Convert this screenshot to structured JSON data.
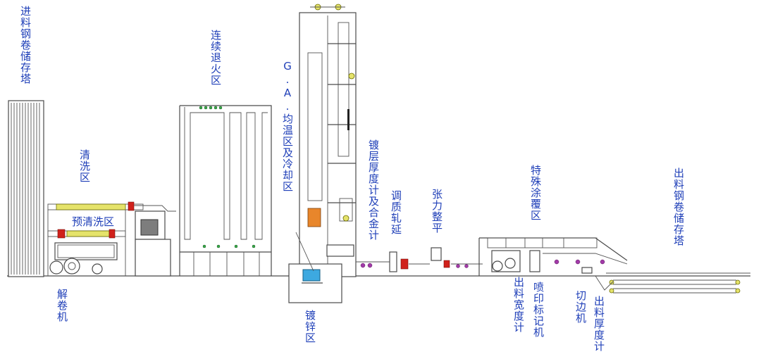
{
  "labels": {
    "entry_accumulator": "进料钢卷储存塔",
    "cleaning": "清洗区",
    "pre_cleaning": "预清洗区",
    "uncoiler": "解卷机",
    "annealing": "连续退火区",
    "ga_zone": "G.A.均温区及冷却区",
    "galvanizing": "镀锌区",
    "coating_gauge": "镀层厚度计及合金计",
    "skin_pass": "调质轧延",
    "tension_leveler": "张力整平",
    "special_coating": "特殊涂覆区",
    "width_gauge": "出料宽度计",
    "marking": "喷印标记机",
    "trimmer": "切边机",
    "thickness_gauge": "出料厚度计",
    "exit_accumulator": "出料钢卷储存塔"
  },
  "colors": {
    "label": "#1f3fb8",
    "line": "#4a4a4a",
    "roll": "#e5e36a",
    "heater": "#e8862b",
    "zinc_pot": "#3da9e0",
    "marker_red": "#d0211b"
  }
}
